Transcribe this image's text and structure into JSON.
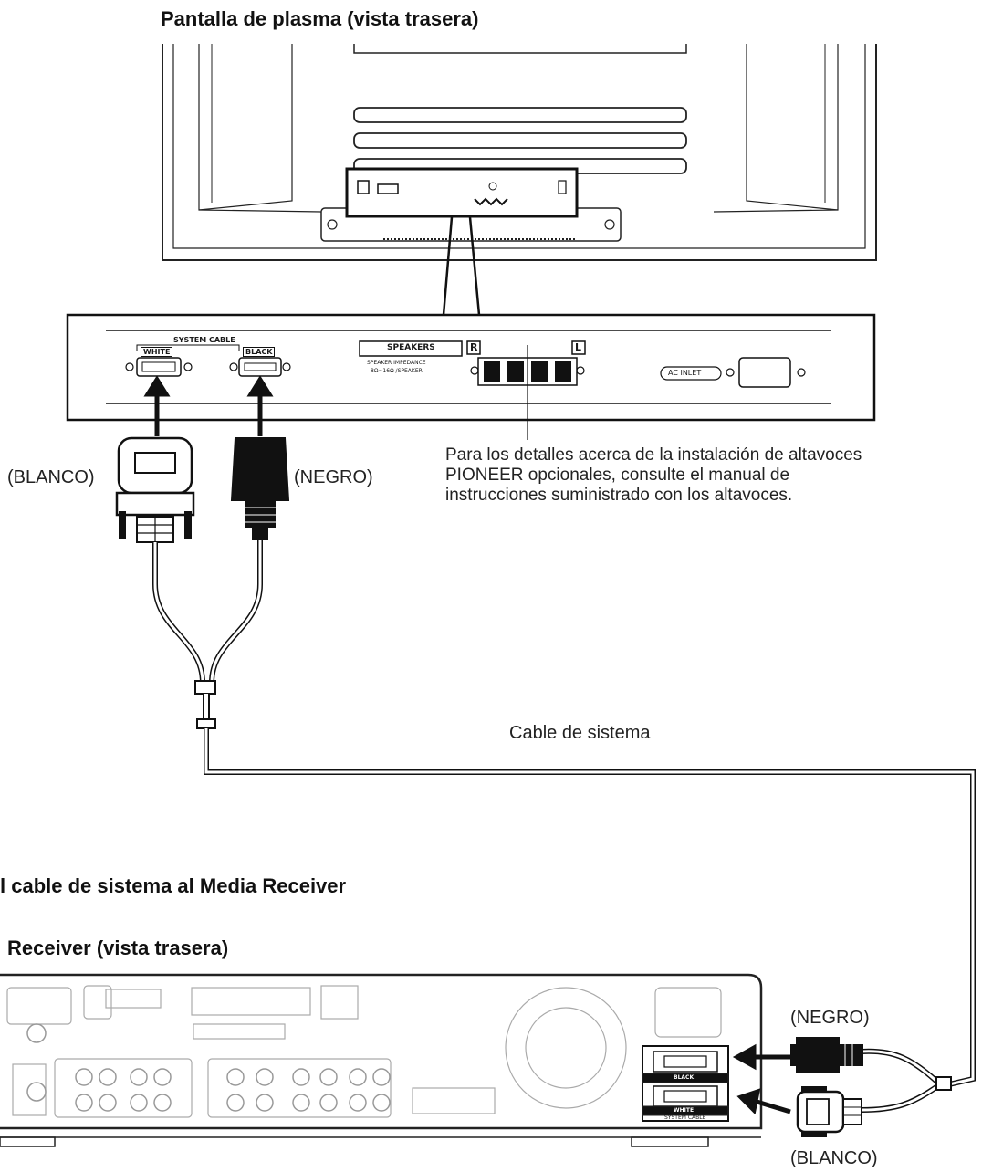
{
  "headings": {
    "plasma": "Pantalla de plasma (vista trasera)",
    "connect": "l cable de sistema al Media Receiver",
    "receiver": "Receiver (vista trasera)"
  },
  "labels": {
    "blanco_top": "(BLANCO)",
    "negro_top": "(NEGRO)",
    "cable": "Cable de sistema",
    "negro_bottom": "(NEGRO)",
    "blanco_bottom": "(BLANCO)"
  },
  "note": "Para los detalles acerca de la instalación de altavoces PIONEER opcionales, consulte el manual de instrucciones suministrado con los altavoces.",
  "panel": {
    "system_cable": "SYSTEM CABLE",
    "white": "WHITE",
    "black": "BLACK",
    "speakers": "SPEAKERS",
    "impedance1": "SPEAKER IMPEDANCE",
    "impedance2": "8Ω~16Ω /SPEAKER",
    "r": "R",
    "l": "L",
    "ac_inlet": "AC INLET"
  },
  "receiver_panel": {
    "black": "BLACK",
    "white": "WHITE",
    "system_cable": "SYSTEM CABLE"
  }
}
